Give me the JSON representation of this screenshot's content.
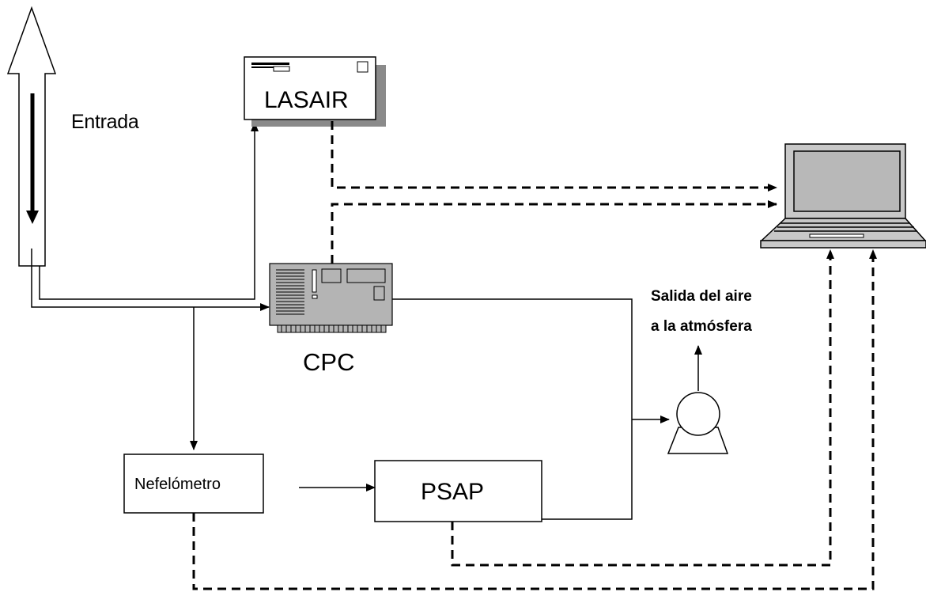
{
  "labels": {
    "entrada": "Entrada",
    "lasair": "LASAIR",
    "cpc": "CPC",
    "salida_line1": "Salida del aire",
    "salida_line2": "a la atmósfera",
    "nefelometro": "Nefelómetro",
    "psap": "PSAP"
  },
  "colors": {
    "line": "#000000",
    "device_gray": "#b4b4b4",
    "shadow": "#8a8a8a",
    "screen": "#b8b8b8"
  },
  "icons": {
    "inlet": "inlet-arrow-icon",
    "laptop": "laptop-icon",
    "pump": "pump-icon",
    "cpc": "cpc-device-icon"
  }
}
